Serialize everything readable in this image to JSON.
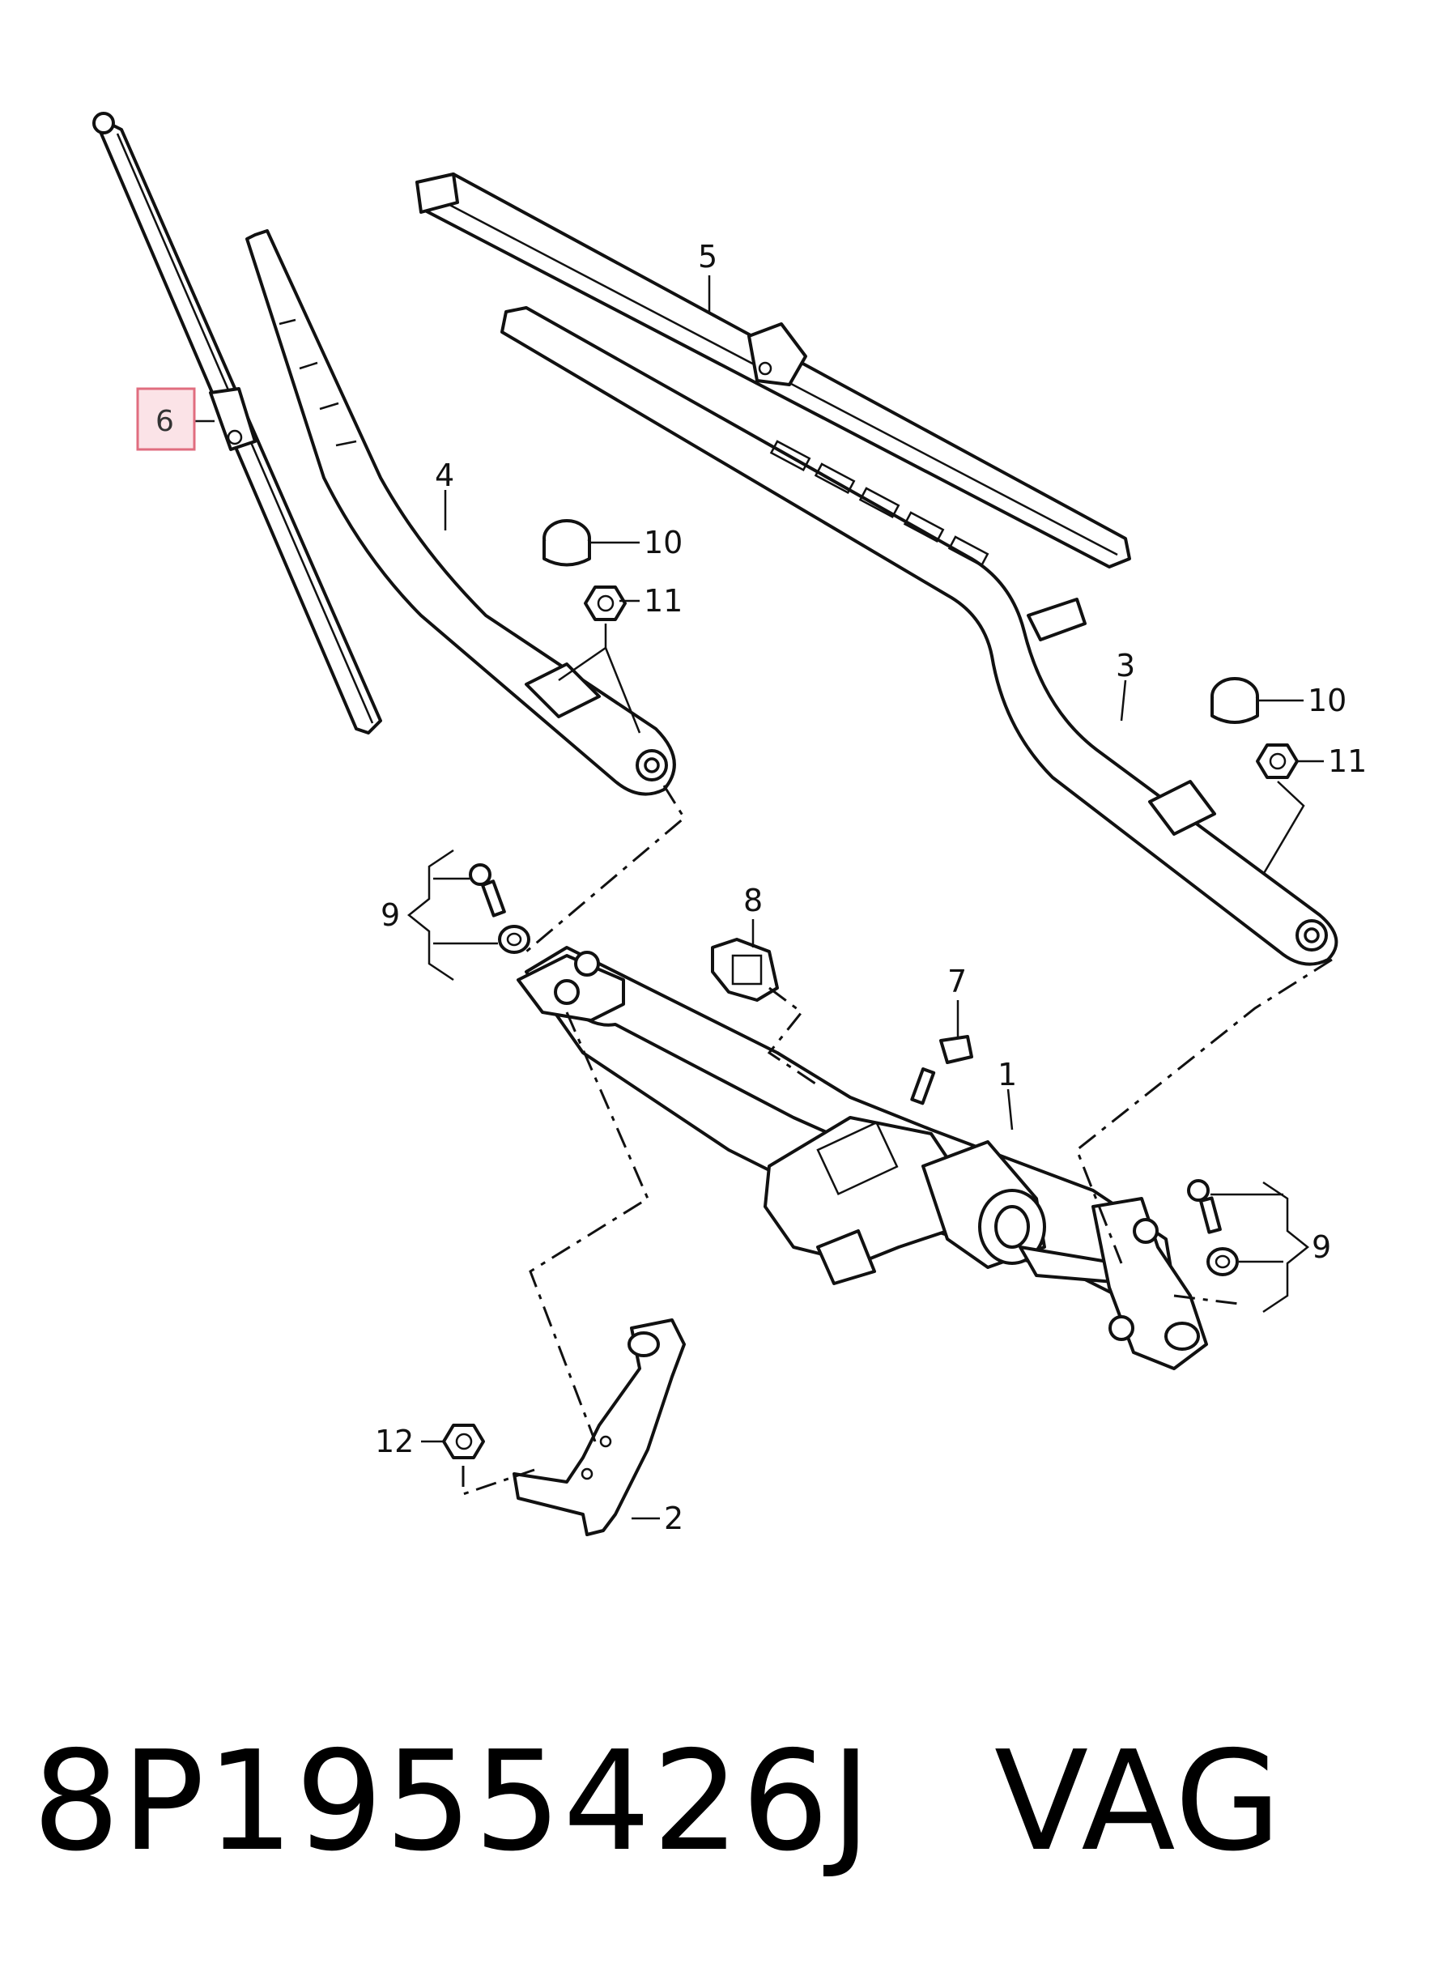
{
  "callouts": {
    "c1": "1",
    "c2": "2",
    "c3": "3",
    "c4": "4",
    "c5": "5",
    "c6": "6",
    "c7": "7",
    "c8": "8",
    "c9_left": "9",
    "c9_right": "9",
    "c10_left": "10",
    "c10_right": "10",
    "c11_left": "11",
    "c11_right": "11",
    "c12": "12"
  },
  "highlighted_callout": "6",
  "footer": {
    "part_number": "8P1955426J",
    "brand": "VAG"
  },
  "colors": {
    "highlight_fill": "#fbe3e7",
    "highlight_border": "#e06d7f",
    "line": "#111111"
  }
}
